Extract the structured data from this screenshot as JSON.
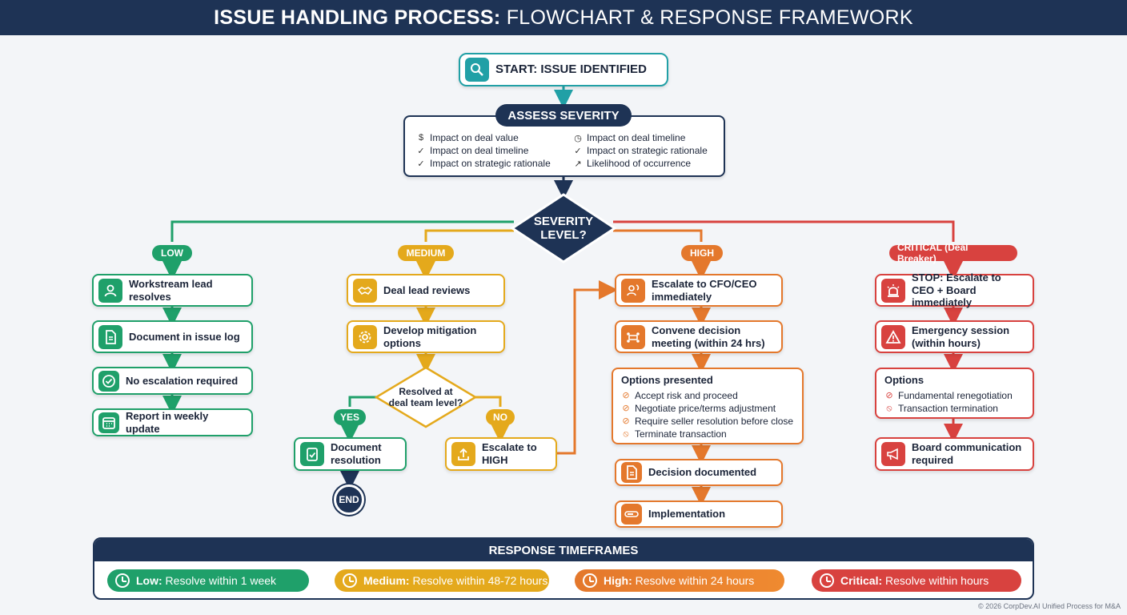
{
  "title": {
    "bold": "ISSUE HANDLING PROCESS:",
    "light": "FLOWCHART & RESPONSE FRAMEWORK"
  },
  "start": {
    "label": "START: ISSUE IDENTIFIED",
    "icon": "magnifier-icon"
  },
  "assess": {
    "title": "ASSESS SEVERITY",
    "criteria_left": [
      {
        "text": "Impact on deal value",
        "icon": "dollar-icon"
      },
      {
        "text": "Impact on deal timeline",
        "icon": "check-circle-icon"
      },
      {
        "text": "Impact on strategic rationale",
        "icon": "check-circle-icon"
      }
    ],
    "criteria_right": [
      {
        "text": "Impact on deal timeline",
        "icon": "clock-icon"
      },
      {
        "text": "Impact on strategic rationale",
        "icon": "check-circle-icon"
      },
      {
        "text": "Likelihood of occurrence",
        "icon": "trend-chart-icon"
      }
    ]
  },
  "decision": {
    "line1": "SEVERITY",
    "line2": "LEVEL?"
  },
  "levels": {
    "low": {
      "label": "LOW",
      "steps": [
        "Workstream lead resolves",
        "Document in issue log",
        "No escalation required",
        "Report in weekly update"
      ]
    },
    "medium": {
      "label": "MEDIUM",
      "steps": [
        "Deal lead reviews",
        "Develop mitigation options"
      ],
      "question": {
        "line1": "Resolved at",
        "line2": "deal team level?"
      },
      "yes": "YES",
      "no": "NO",
      "yes_step": "Document resolution",
      "no_step": "Escalate to HIGH",
      "end": "END"
    },
    "high": {
      "label": "HIGH",
      "steps": [
        "Escalate to CFO/CEO immediately",
        "Convene decision meeting (within 24 hrs)"
      ],
      "options_title": "Options presented",
      "options": [
        "Accept risk and proceed",
        "Negotiate price/terms adjustment",
        "Require seller resolution before close",
        "Terminate transaction"
      ],
      "after": [
        "Decision documented",
        "Implementation"
      ]
    },
    "critical": {
      "label": "CRITICAL (Deal Breaker)",
      "steps": [
        "STOP: Escalate to CEO + Board immediately",
        "Emergency session (within hours)"
      ],
      "options_title": "Options",
      "options": [
        "Fundamental renegotiation",
        "Transaction termination"
      ],
      "after": [
        "Board communication required"
      ]
    }
  },
  "timeframes": {
    "title": "RESPONSE TIMEFRAMES",
    "items": [
      {
        "level": "Low:",
        "text": "Resolve within 1 week"
      },
      {
        "level": "Medium:",
        "text": "Resolve within 48-72 hours"
      },
      {
        "level": "High:",
        "text": "Resolve within 24 hours"
      },
      {
        "level": "Critical:",
        "text": "Resolve within hours"
      }
    ]
  },
  "colors": {
    "low": "#1fa06a",
    "medium": "#e4a91c",
    "high": "#e4782c",
    "critical": "#d8423f",
    "navy": "#1e3355",
    "teal": "#21a0a6"
  },
  "copyright": "© 2026 CorpDev.AI Unified Process for M&A"
}
